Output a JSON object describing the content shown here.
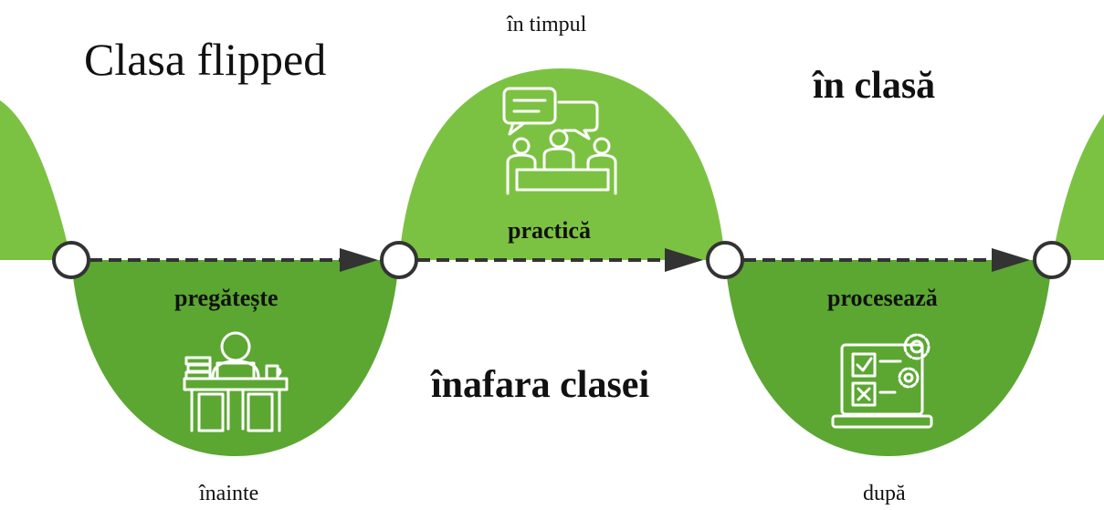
{
  "title": "Clasa flipped",
  "zones": {
    "in_class": "în clasă",
    "outside_class": "înafara clasei"
  },
  "phases": [
    {
      "time": "înainte",
      "action": "pregătește",
      "icon": "student-at-desk-icon"
    },
    {
      "time": "în timpul",
      "action": "practică",
      "icon": "group-discussion-icon"
    },
    {
      "time": "după",
      "action": "procesează",
      "icon": "checklist-gears-icon"
    }
  ],
  "colors": {
    "light_green": "#7cc242",
    "dark_green": "#5ba732",
    "arrow": "#333333"
  }
}
